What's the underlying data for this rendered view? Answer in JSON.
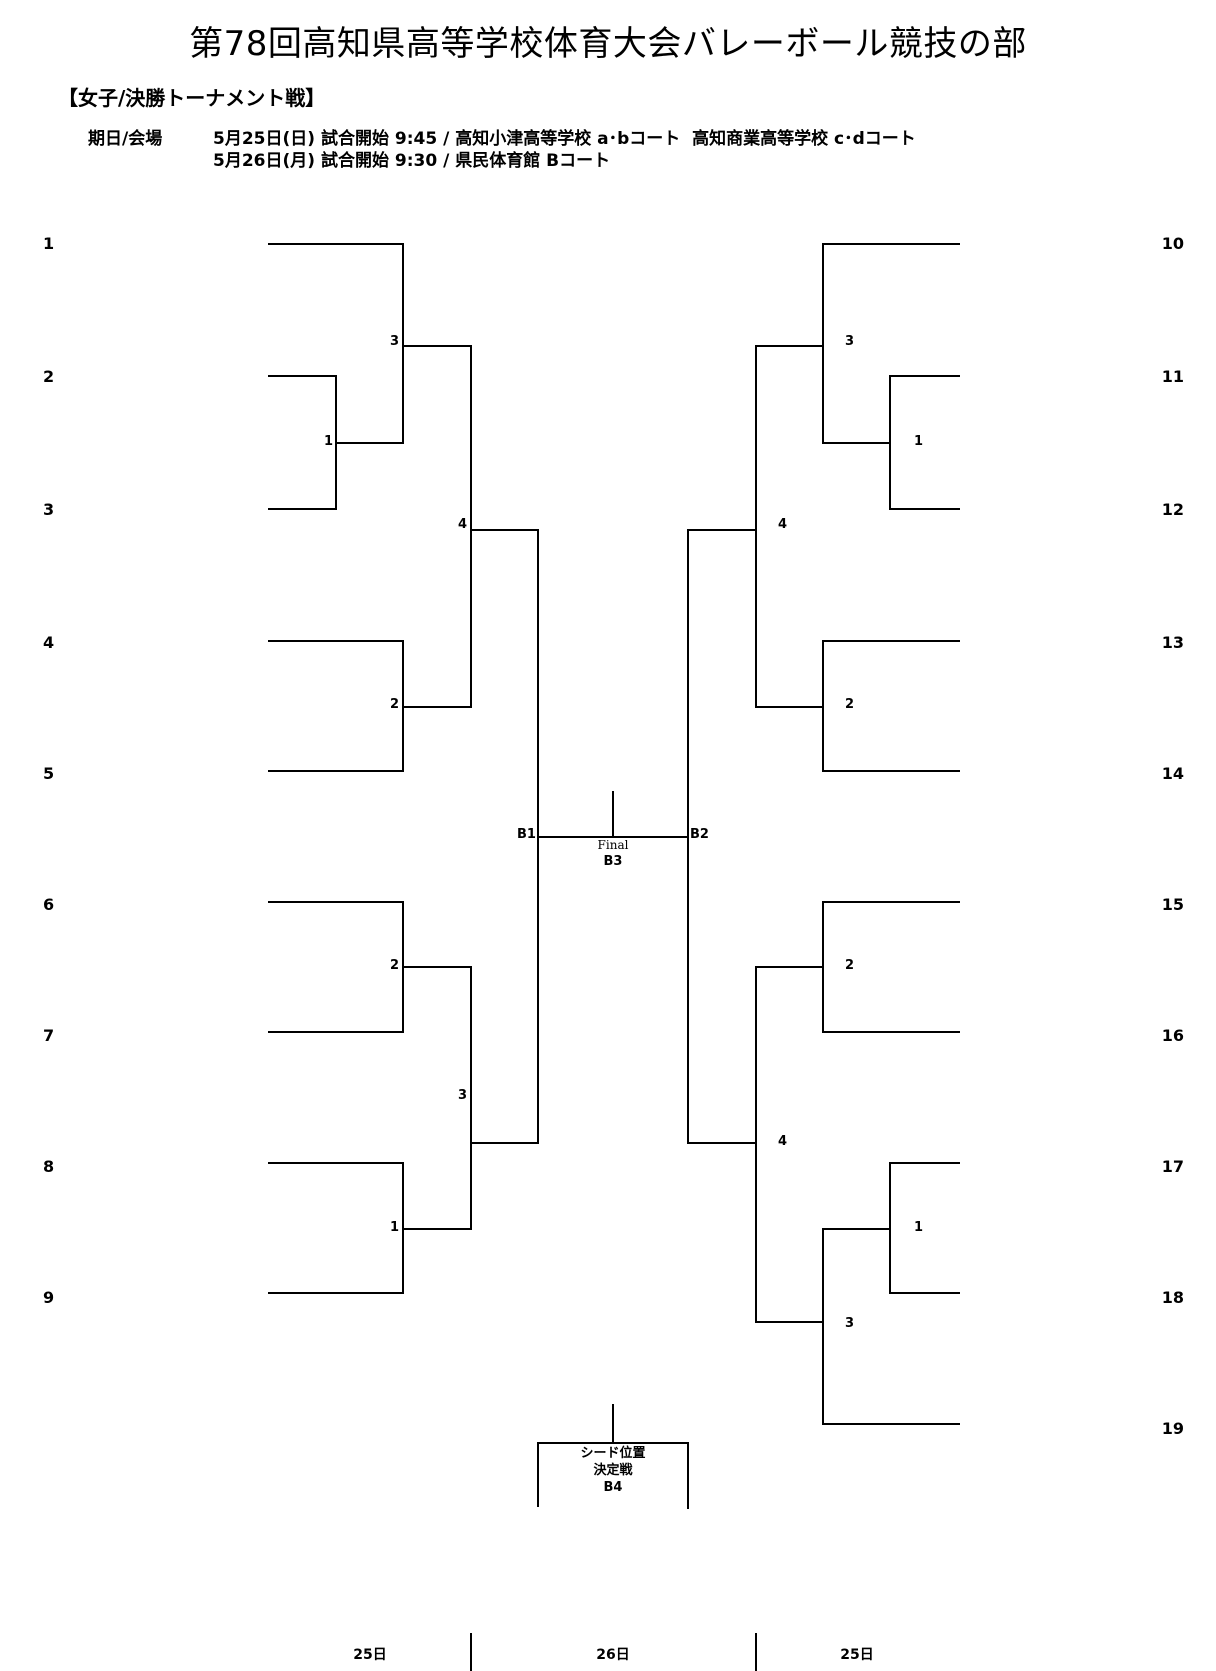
{
  "title": "第78回高知県高等学校体育大会バレーボール競技の部",
  "subtitle": "【女子/決勝トーナメント戦】",
  "schedule": {
    "label": "期日/会場",
    "line1": "5月25日(日) 試合開始 9:45 / 高知小津高等学校 a･bコート  高知商業高等学校 c･dコート",
    "line2": "5月26日(月) 試合開始 9:30 / 県民体育館 Bコート"
  },
  "seeds_left": [
    "1",
    "2",
    "3",
    "4",
    "5",
    "6",
    "7",
    "8",
    "9"
  ],
  "seeds_right": [
    "10",
    "11",
    "12",
    "13",
    "14",
    "15",
    "16",
    "17",
    "18",
    "19"
  ],
  "match_labels": {
    "left_top_3": "3",
    "left_top_1": "1",
    "left_top_4": "4",
    "left_top_2": "2",
    "left_bot_2": "2",
    "left_bot_3": "3",
    "left_bot_1": "1",
    "right_top_3": "3",
    "right_top_1": "1",
    "right_top_4": "4",
    "right_top_2": "2",
    "right_bot_2": "2",
    "right_bot_4": "4",
    "right_bot_1": "1",
    "right_bot_3": "3",
    "b1": "B1",
    "b2": "B2"
  },
  "final": {
    "label": "Final",
    "code": "B3"
  },
  "seed_decider": {
    "line1": "シード位置",
    "line2": "決定戦",
    "code": "B4"
  },
  "days": {
    "left": "25日",
    "center": "26日",
    "right": "25日"
  }
}
